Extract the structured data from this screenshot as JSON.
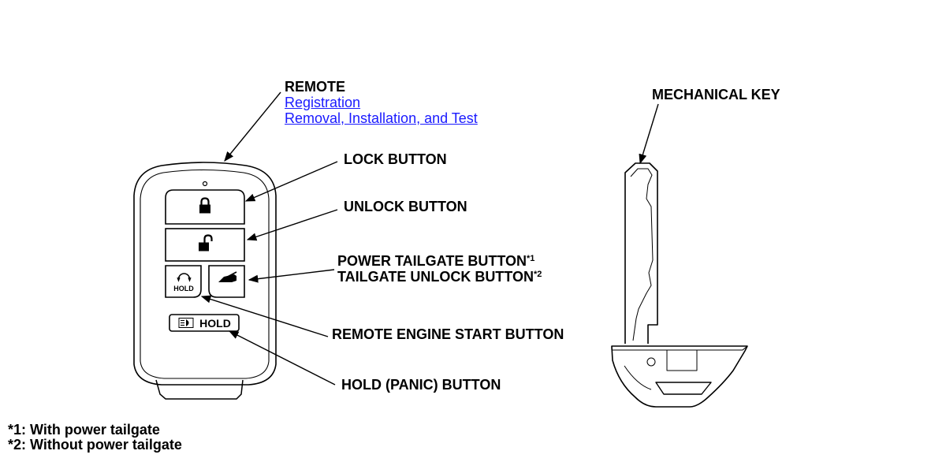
{
  "remote": {
    "label": "REMOTE",
    "links": [
      "Registration",
      "Removal, Installation, and Test"
    ]
  },
  "callouts": {
    "lock": "LOCK BUTTON",
    "unlock": "UNLOCK BUTTON",
    "power_tailgate": "POWER TAILGATE BUTTON",
    "power_tailgate_note": "*1",
    "tailgate_unlock": "TAILGATE UNLOCK BUTTON",
    "tailgate_unlock_note": "*2",
    "remote_start": "REMOTE ENGINE START BUTTON",
    "panic": "HOLD (PANIC) BUTTON",
    "mechanical_key": "MECHANICAL KEY"
  },
  "fob": {
    "hold_small": "HOLD",
    "hold_large": "HOLD"
  },
  "footnotes": [
    "*1: With power tailgate",
    "*2: Without power tailgate"
  ],
  "icons": [
    "lock-closed-icon",
    "lock-open-icon",
    "remote-start-icon",
    "tailgate-icon",
    "headlight-icon"
  ]
}
